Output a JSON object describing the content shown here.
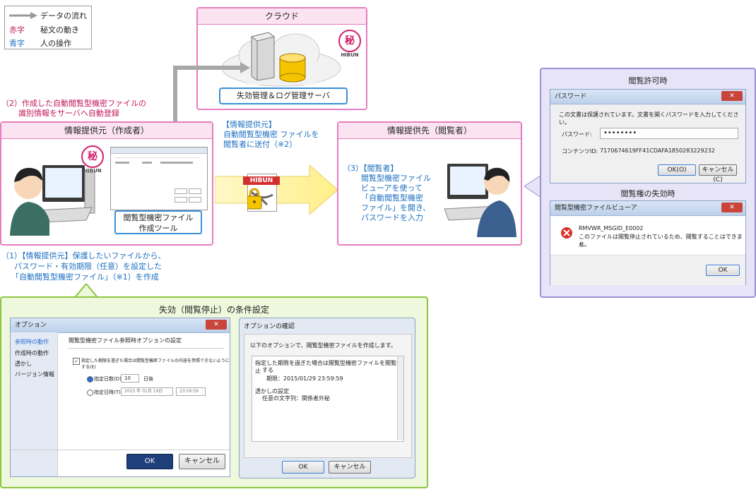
{
  "legend": {
    "arrow_label": "データの流れ",
    "red_key": "赤字",
    "red_desc": "秘文の動き",
    "blue_key": "青字",
    "blue_desc": "人の操作"
  },
  "cloud": {
    "title": "クラウド",
    "server_label": "失効管理＆ログ管理サーバ",
    "logo_text": "HIBUN"
  },
  "step2": {
    "line1": "（2）作成した自動閲覧型機密ファイルの",
    "line2": "識別情報をサーバへ自動登録"
  },
  "provider": {
    "title": "情報提供元（作成者）",
    "tool_label_1": "閲覧型機密ファイル",
    "tool_label_2": "作成ツール",
    "logo_text": "HIBUN"
  },
  "send_note": {
    "line1": "【情報提供元】",
    "line2": "自動閲覧型機密 ファイルを",
    "line3": "閲覧者に送付（※2）"
  },
  "package_label": "HIBUN",
  "recipient": {
    "title": "情報提供先（閲覧者）",
    "line1": "（3）【閲覧者】",
    "line2": "閲覧型機密ファイル",
    "line3": "ビューアを使って",
    "line4": "「自動閲覧型機密",
    "line5": "ファイル」を開き、",
    "line6": "パスワードを入力"
  },
  "step1": {
    "line1": "（1）【情報提供元】保護したいファイルから、",
    "line2": "パスワード・有効期限（任意）を設定した",
    "line3": "「自動閲覧型機密ファイル」（※1）を作成"
  },
  "right_panel": {
    "allowed_title": "閲覧許可時",
    "pw_dialog_title": "パスワード",
    "pw_message": "この文書は保護されています。文書を開くパスワードを入力してください。",
    "pw_label": "パスワード:",
    "pw_value": "••••••••",
    "content_label": "コンテンツID:",
    "content_value": "7170674619FF41CDAFA1850283229232",
    "ok": "OK(O)",
    "cancel": "キャンセル(C)",
    "revoked_title": "閲覧権の失効時",
    "viewer_title": "閲覧型機密ファイルビューア",
    "error_code": "RMVWR_MSGID_E0002",
    "error_msg_1": "このファイルは閲覧停止されているため、閲覧することはできませ",
    "error_msg_2": "ん。",
    "error_ok": "OK"
  },
  "conditions": {
    "title": "失効（閲覧停止）の条件設定",
    "options_title": "オプション",
    "side_items": [
      "参照時の動作",
      "作成時の動作",
      "透かし",
      "バージョン情報"
    ],
    "heading": "閲覧型機密ファイル参照時オプションの設定",
    "checkbox_label": "指定した期限を過ぎた場合は閲覧型機密ファイルの内容を参照できないようにする(E)",
    "radio1_label": "指定日数(D):",
    "radio1_value": "10",
    "radio1_unit": "日後",
    "radio2_label": "指定日時(T):",
    "radio2_date": "2015 年 01月 19日",
    "radio2_time": "23:59:59",
    "ok": "OK",
    "cancel": "キャンセル",
    "confirm_title": "オプションの確認",
    "confirm_intro": "以下のオプションで、閲覧型機密ファイルを作成します。",
    "confirm_line1": "指定した期限を過ぎた場合は閲覧型機密ファイルを閲覧停止",
    "confirm_line2": "する",
    "confirm_line3": "期限：2015/01/29 23:59:59",
    "confirm_line4": "透かしの設定",
    "confirm_line5": "任意の文字列：関係者外秘",
    "confirm_ok": "OK",
    "confirm_cancel": "キャンセル"
  }
}
